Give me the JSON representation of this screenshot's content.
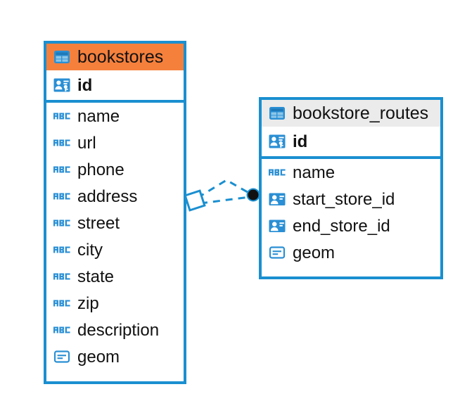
{
  "diagram": {
    "type": "entity-relationship-diagram",
    "accent_color": "#1a8fd0",
    "selected_color": "#f5803c",
    "idle_header_color": "#ebebeb",
    "entities": [
      {
        "name": "bookstores",
        "selected": true,
        "icon": "table-icon",
        "fields": [
          {
            "name": "id",
            "type": "primary-key",
            "icon": "primary-key-icon"
          },
          {
            "name": "name",
            "type": "string",
            "icon": "abc-icon"
          },
          {
            "name": "url",
            "type": "string",
            "icon": "abc-icon"
          },
          {
            "name": "phone",
            "type": "string",
            "icon": "abc-icon"
          },
          {
            "name": "address",
            "type": "string",
            "icon": "abc-icon"
          },
          {
            "name": "street",
            "type": "string",
            "icon": "abc-icon"
          },
          {
            "name": "city",
            "type": "string",
            "icon": "abc-icon"
          },
          {
            "name": "state",
            "type": "string",
            "icon": "abc-icon"
          },
          {
            "name": "zip",
            "type": "string",
            "icon": "abc-icon"
          },
          {
            "name": "description",
            "type": "string",
            "icon": "abc-icon"
          },
          {
            "name": "geom",
            "type": "geometry",
            "icon": "geometry-icon"
          }
        ]
      },
      {
        "name": "bookstore_routes",
        "selected": false,
        "icon": "table-icon",
        "fields": [
          {
            "name": "id",
            "type": "primary-key",
            "icon": "primary-key-icon"
          },
          {
            "name": "name",
            "type": "string",
            "icon": "abc-icon"
          },
          {
            "name": "start_store_id",
            "type": "foreign-key",
            "icon": "foreign-key-icon"
          },
          {
            "name": "end_store_id",
            "type": "foreign-key",
            "icon": "foreign-key-icon"
          },
          {
            "name": "geom",
            "type": "geometry",
            "icon": "geometry-icon"
          }
        ]
      }
    ],
    "relationships": [
      {
        "from": "bookstores",
        "to": "bookstore_routes",
        "style": "dashed",
        "source_marker": "diamond",
        "target_marker": "filled-circle"
      },
      {
        "from": "bookstores",
        "to": "bookstore_routes",
        "style": "dashed",
        "source_marker": "diamond",
        "target_marker": "filled-circle"
      }
    ]
  }
}
